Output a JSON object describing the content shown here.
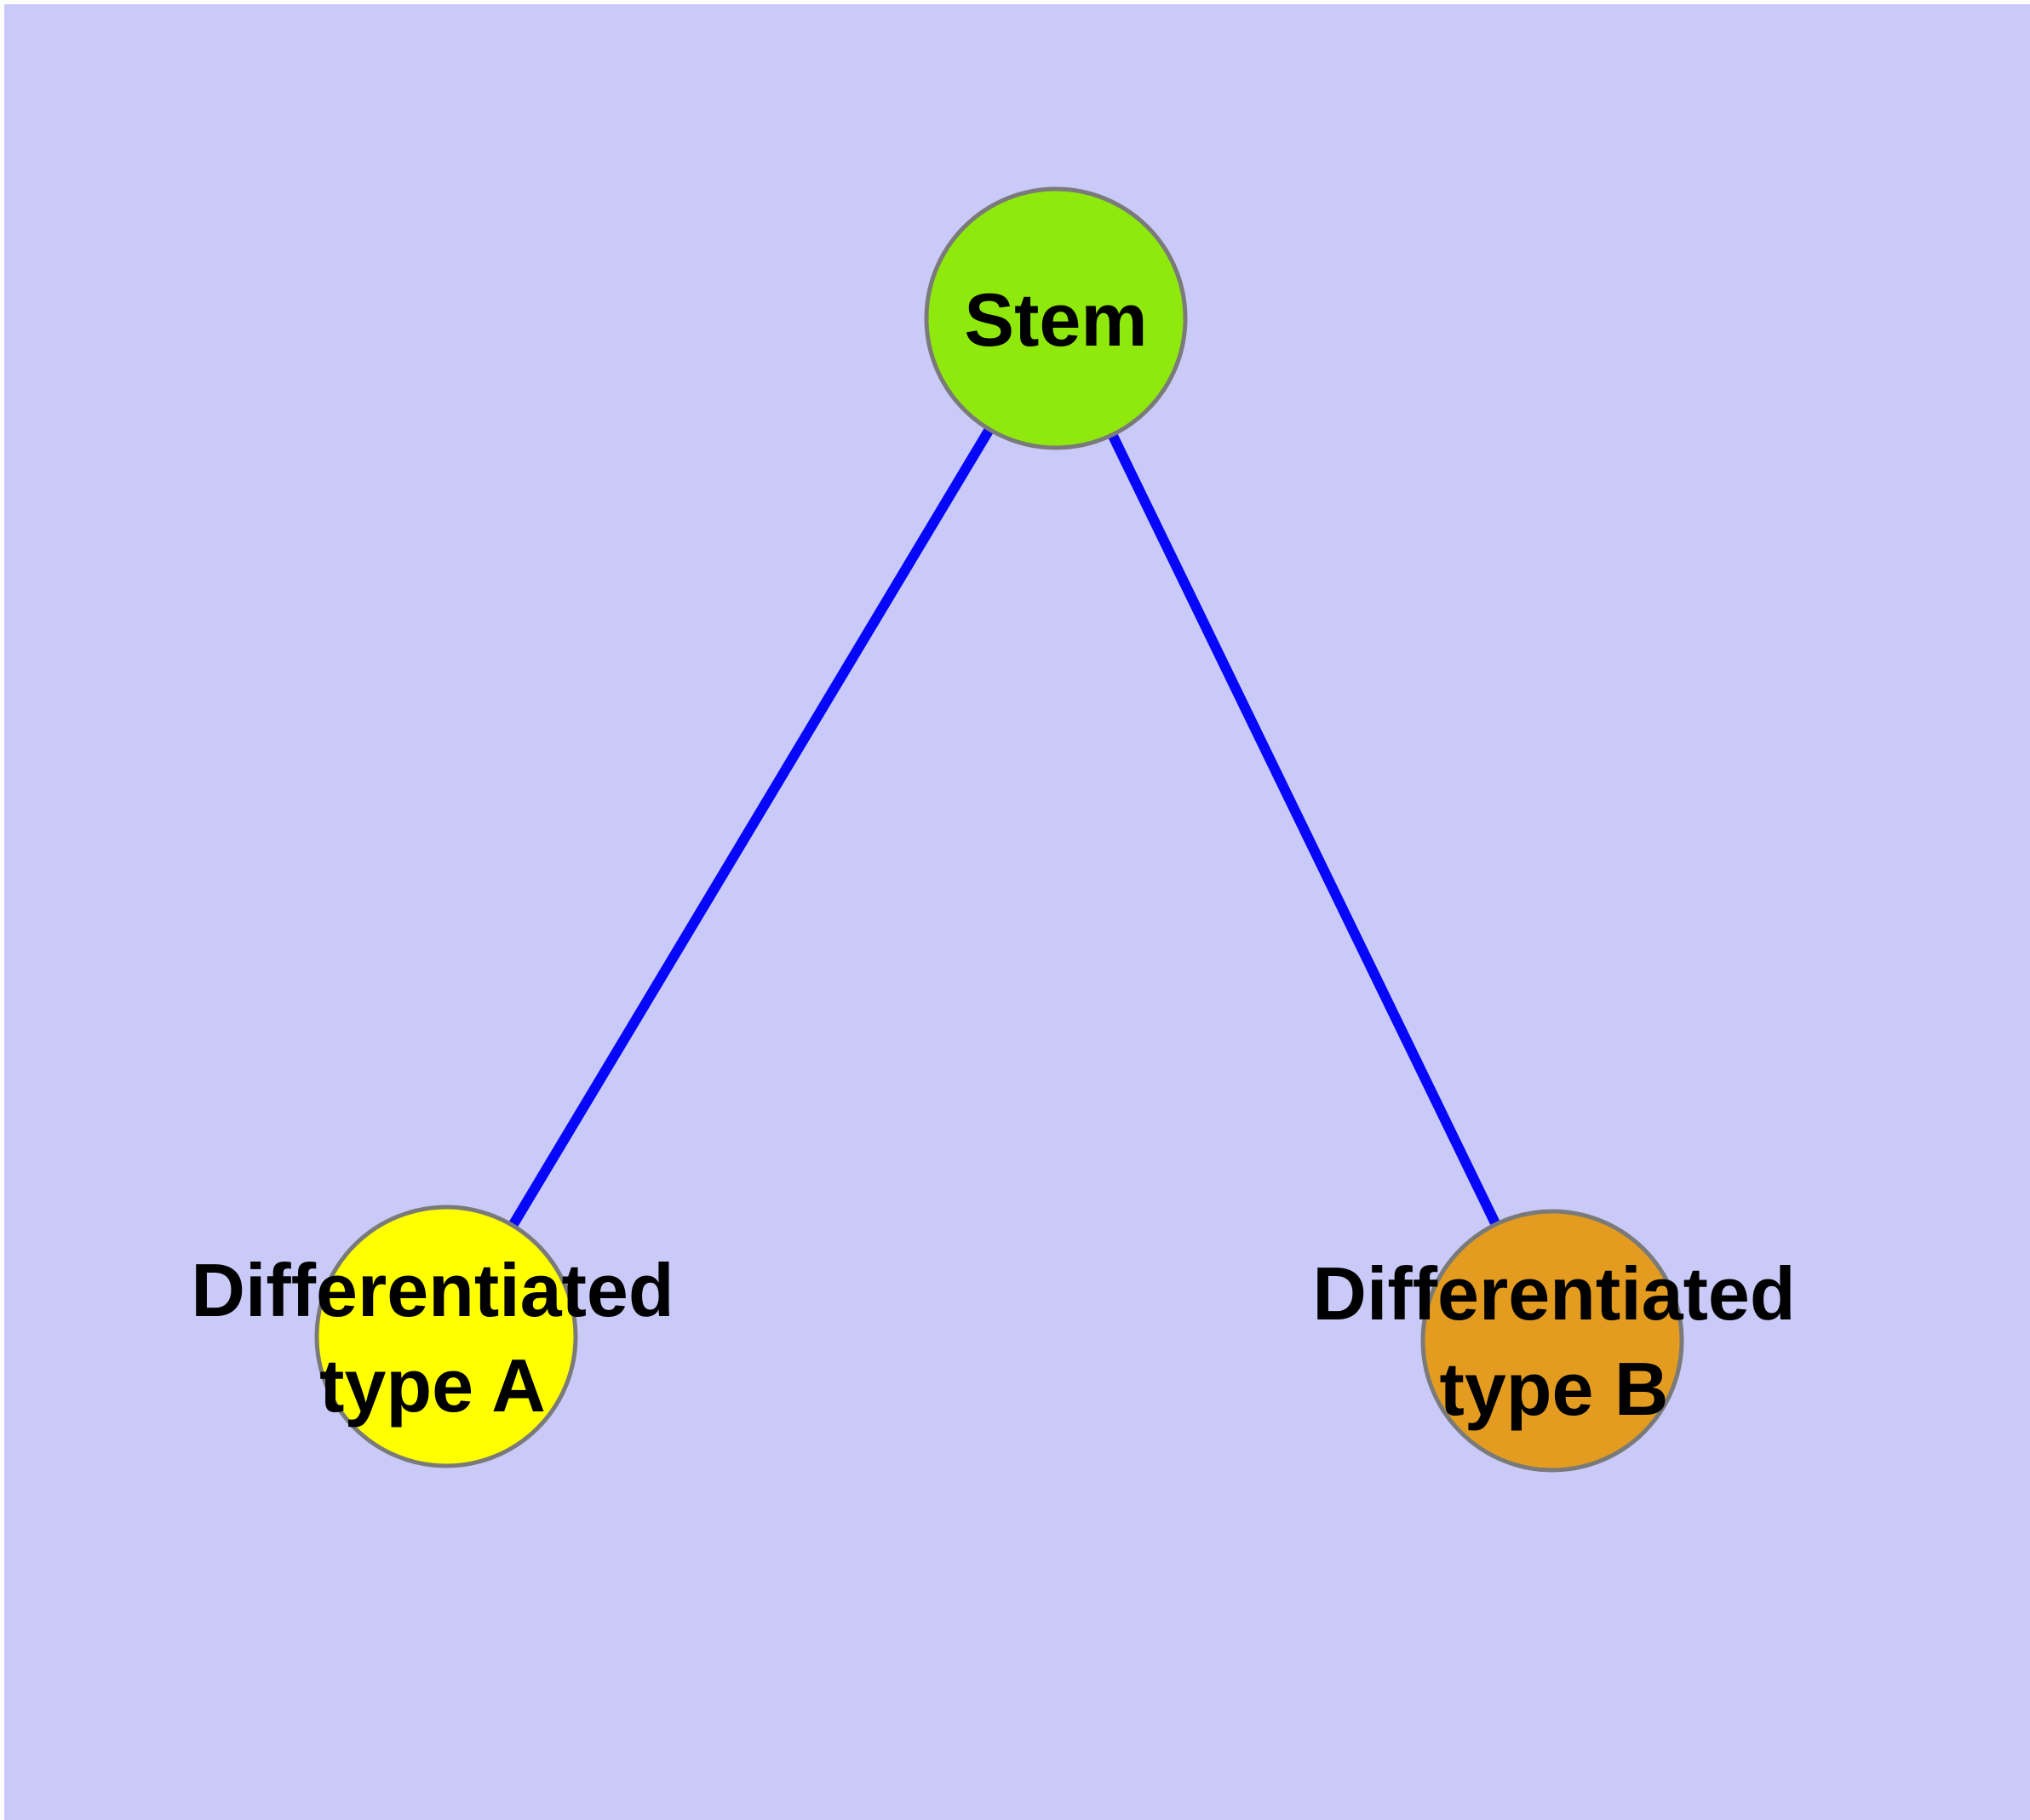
{
  "diagram": {
    "type": "graph",
    "background_color": "#CACAF9",
    "frame_color": "#FFFFFF",
    "edge_color": "#0606F8",
    "node_border_color": "#7A7A7A",
    "label_color": "#000000",
    "nodes": {
      "stem": {
        "label": "Stem",
        "fill": "#8FE90C"
      },
      "type_a": {
        "label": "Differentiated\ntype A",
        "fill": "#FFFF00"
      },
      "type_b": {
        "label": "Differentiated\ntype B",
        "fill": "#E39C1F"
      }
    },
    "edges": [
      {
        "from": "Stem",
        "to": "Differentiated type A"
      },
      {
        "from": "Stem",
        "to": "Differentiated type B"
      }
    ]
  }
}
